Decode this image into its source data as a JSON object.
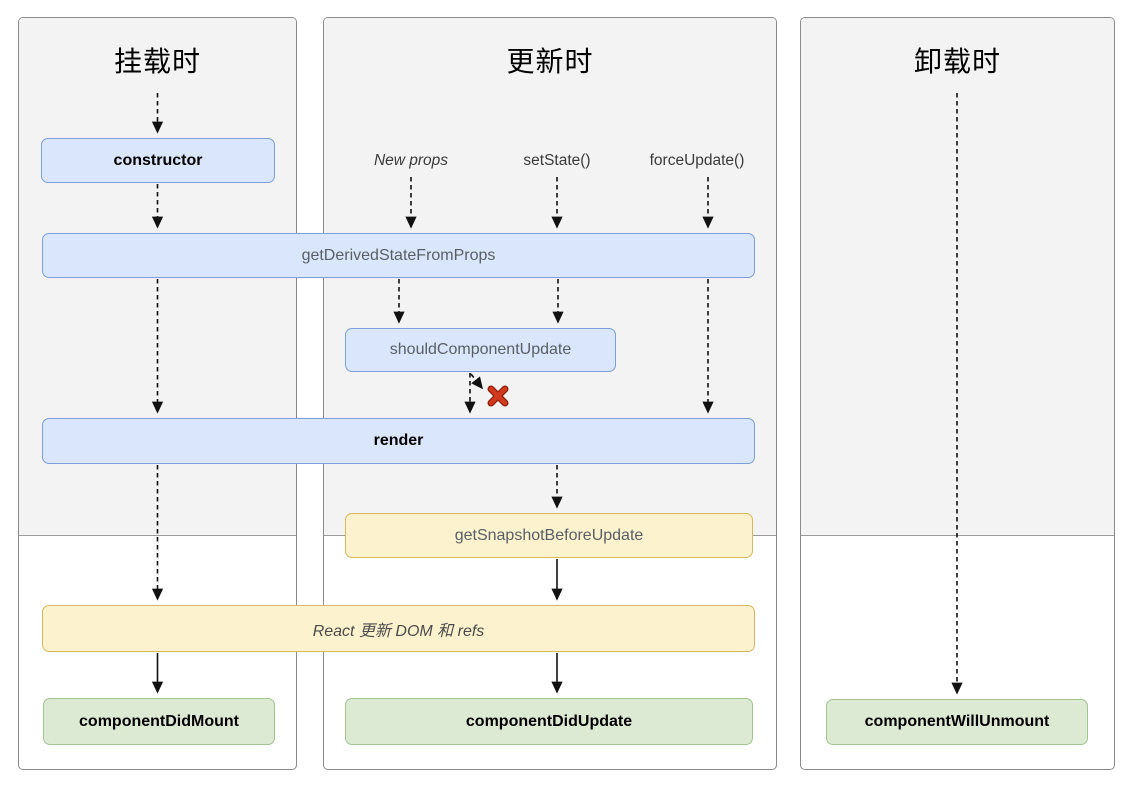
{
  "diagram": {
    "columns": [
      {
        "title": "挂载时"
      },
      {
        "title": "更新时",
        "triggers": {
          "new_props": "New props",
          "set_state": "setState()",
          "force_update": "forceUpdate()"
        }
      },
      {
        "title": "卸载时"
      }
    ],
    "boxes": {
      "constructor": "constructor",
      "get_derived_state_from_props": "getDerivedStateFromProps",
      "should_component_update": "shouldComponentUpdate",
      "render": "render",
      "get_snapshot_before_update": "getSnapshotBeforeUpdate",
      "react_updates": "React 更新 DOM 和 refs",
      "component_did_mount": "componentDidMount",
      "component_did_update": "componentDidUpdate",
      "component_will_unmount": "componentWillUnmount"
    },
    "colors": {
      "box_blue": "#dae6fb",
      "box_blue_border": "#7c9ed9",
      "box_yellow": "#fdf2ce",
      "box_yellow_border": "#d8b85f",
      "box_green": "#dcead4",
      "box_green_border": "#a3c391",
      "panel_gray": "#f2f3f2",
      "cancel_x": "#d13a1e",
      "arrow": "#111111"
    }
  }
}
